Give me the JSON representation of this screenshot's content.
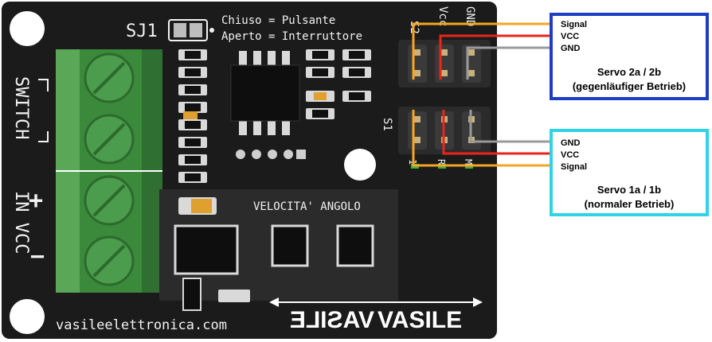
{
  "board": {
    "jumper_label": "SJ1",
    "jumper_note_1": "Chiuso = Pulsante",
    "jumper_note_2": "Aperto = Interruttore",
    "switch_label": "SWITCH",
    "vcc_label": "IN VCC",
    "plus_label": "+",
    "minus_label": "−",
    "section_label": "VELOCITA' ANGOLO",
    "website": "vasileelettronica.com",
    "brand": "VASILE",
    "header_s2": "S2",
    "header_vcc": "Vcc",
    "header_gnd": "GND",
    "header_s1": "S1",
    "pin_1": "1",
    "pin_r": "R",
    "pin_m": "M"
  },
  "legend_top": {
    "signal": "Signal",
    "vcc": "VCC",
    "gnd": "GND",
    "title_1": "Servo 2a / 2b",
    "title_2": "(gegenläufiger Betrieb)",
    "border_color": "#1a3fc4"
  },
  "legend_bottom": {
    "gnd": "GND",
    "vcc": "VCC",
    "signal": "Signal",
    "title_1": "Servo 1a / 1b",
    "title_2": "(normaler Betrieb)",
    "border_color": "#2ed3e6"
  },
  "wire_colors": {
    "signal": "#f5a623",
    "vcc": "#e8261b",
    "gnd": "#9a9a9a"
  }
}
